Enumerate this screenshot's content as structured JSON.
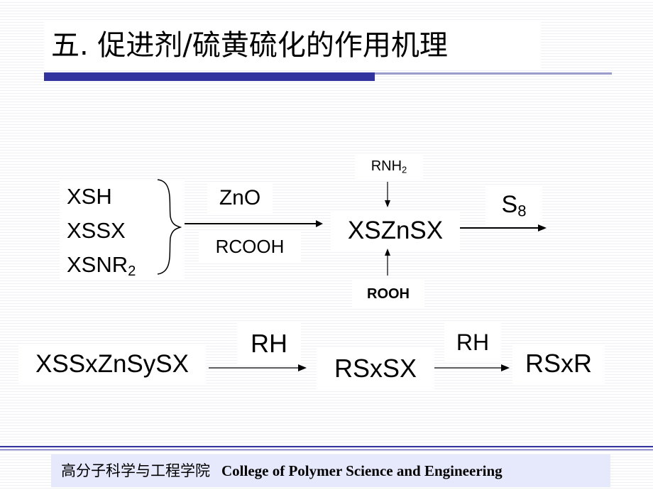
{
  "title": "五. 促进剂/硫黄硫化的作用机理",
  "reactants": [
    "XSH",
    "XSSX",
    "XSNR"
  ],
  "reactant_sub": "2",
  "reagent_top": "ZnO",
  "reagent_bottom": "RCOOH",
  "intermediate": "XSZnSX",
  "amine_base": "RNH",
  "amine_sub": "2",
  "peroxide": "ROOH",
  "sulfur_base": "S",
  "sulfur_sub": "8",
  "row2": {
    "complex": "XSSxZnSySX",
    "reagent1": "RH",
    "product1": "RSxSX",
    "reagent2": "RH",
    "product2": "RSxR"
  },
  "footer": {
    "cn": "高分子科学与工程学院",
    "en": "College of Polymer Science and Engineering"
  },
  "colors": {
    "accent": "#3333a0",
    "footer_bg": "#e6e9fb"
  }
}
